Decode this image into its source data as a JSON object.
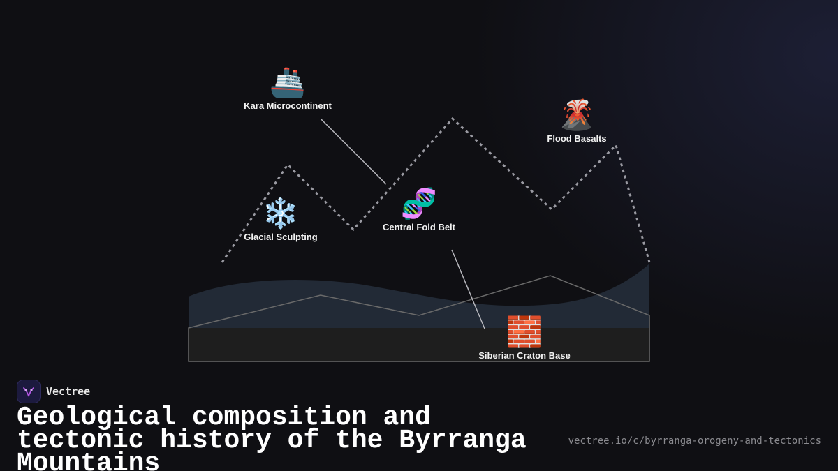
{
  "brand": {
    "name": "Vectree",
    "accent_color": "#b455e6"
  },
  "title": "Geological composition and tectonic history of the Byrranga Mountains",
  "url": "vectree.io/c/byrranga-orogeny-and-tectonics",
  "nodes": [
    {
      "id": "kara",
      "label": "Kara Microcontinent",
      "icon": "ship-icon",
      "emoji": "🚢"
    },
    {
      "id": "flood",
      "label": "Flood Basalts",
      "icon": "volcano-icon",
      "emoji": "🌋"
    },
    {
      "id": "glacial",
      "label": "Glacial Sculpting",
      "icon": "snowflake-icon",
      "emoji": "❄️"
    },
    {
      "id": "fold",
      "label": "Central Fold Belt",
      "icon": "dna-icon",
      "emoji": "🧬"
    },
    {
      "id": "craton",
      "label": "Siberian Craton Base",
      "icon": "brick-icon",
      "emoji": "🧱"
    }
  ],
  "colors": {
    "background": "#0f0f13",
    "ridge_line": "#9a9aa2",
    "leader_line": "#b8b8be",
    "water_fill": "#222a36",
    "ground_fill": "#1e1e1e",
    "ground_stroke": "#6a6a6a"
  }
}
